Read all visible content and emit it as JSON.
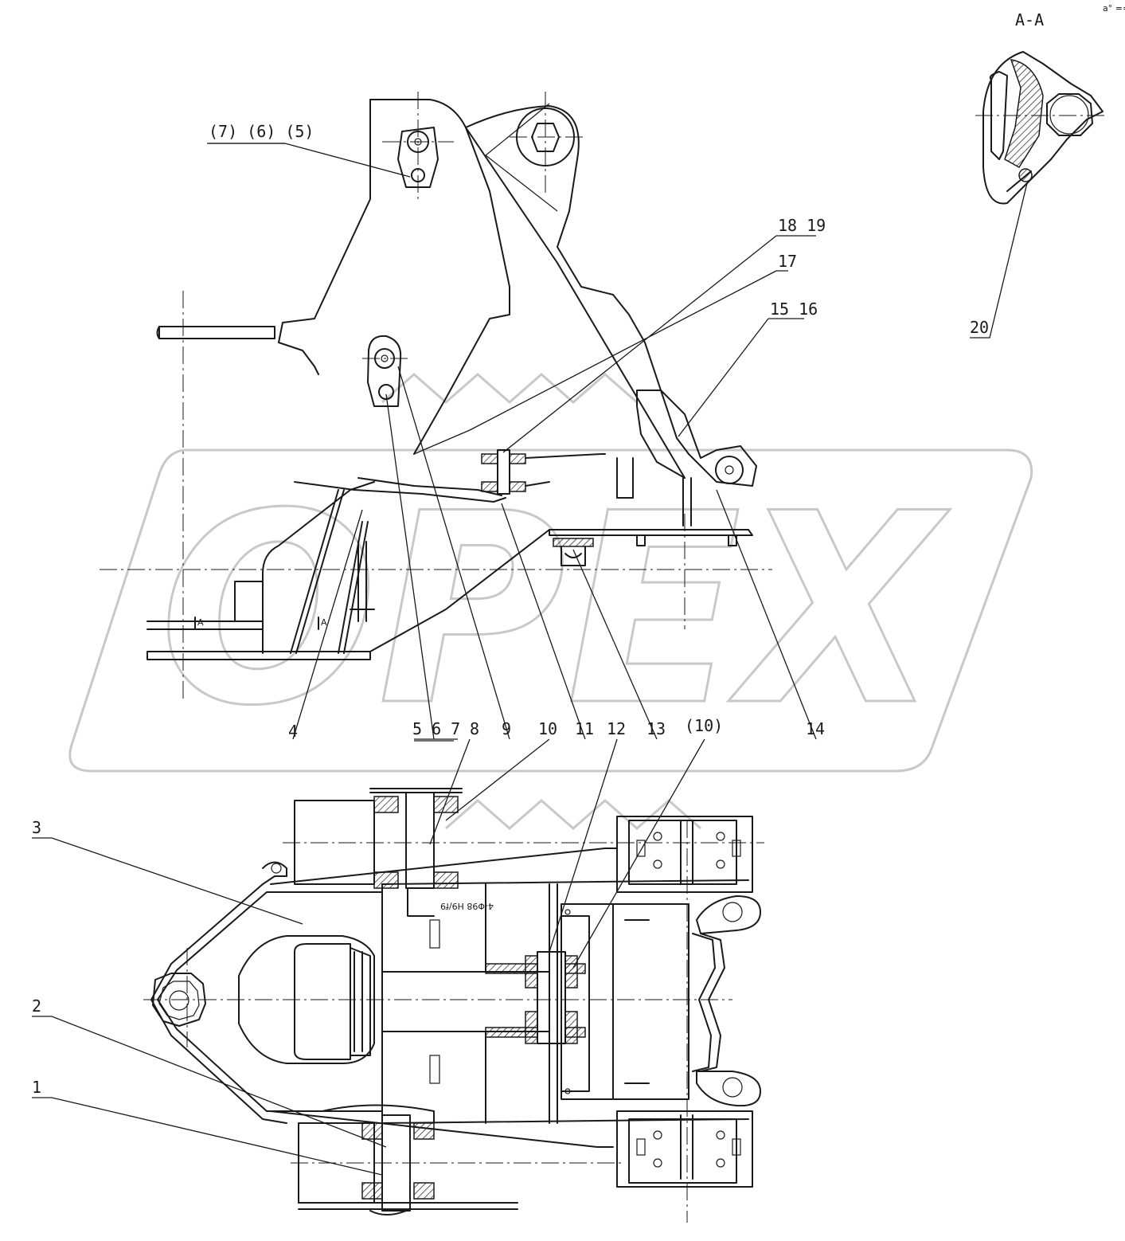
{
  "watermark": {
    "text": "OPEX",
    "color": "#c8c8c8"
  },
  "section_label": "A-A",
  "corner_mark": "a° ===",
  "balloons": {
    "b7_6_5": "(7) (6) (5)",
    "b18_19": "18 19",
    "b17": "17",
    "b15_16": "15 16",
    "b20": "20",
    "b4": "4",
    "b5_6_7": "5 6 7",
    "b8": "8",
    "b9": "9",
    "b10": "10",
    "b11": "11",
    "b12": "12",
    "b13": "13",
    "b10_ref": "(10)",
    "b14": "14",
    "b3": "3",
    "b2": "2",
    "b1": "1"
  },
  "annotations": {
    "fit": "4-Φ98 H9/f9",
    "view_a_left": "A",
    "view_a_right": "A"
  },
  "colors": {
    "line": "#1a1a1a",
    "watermark": "#c8c8c8",
    "background": "#ffffff"
  }
}
